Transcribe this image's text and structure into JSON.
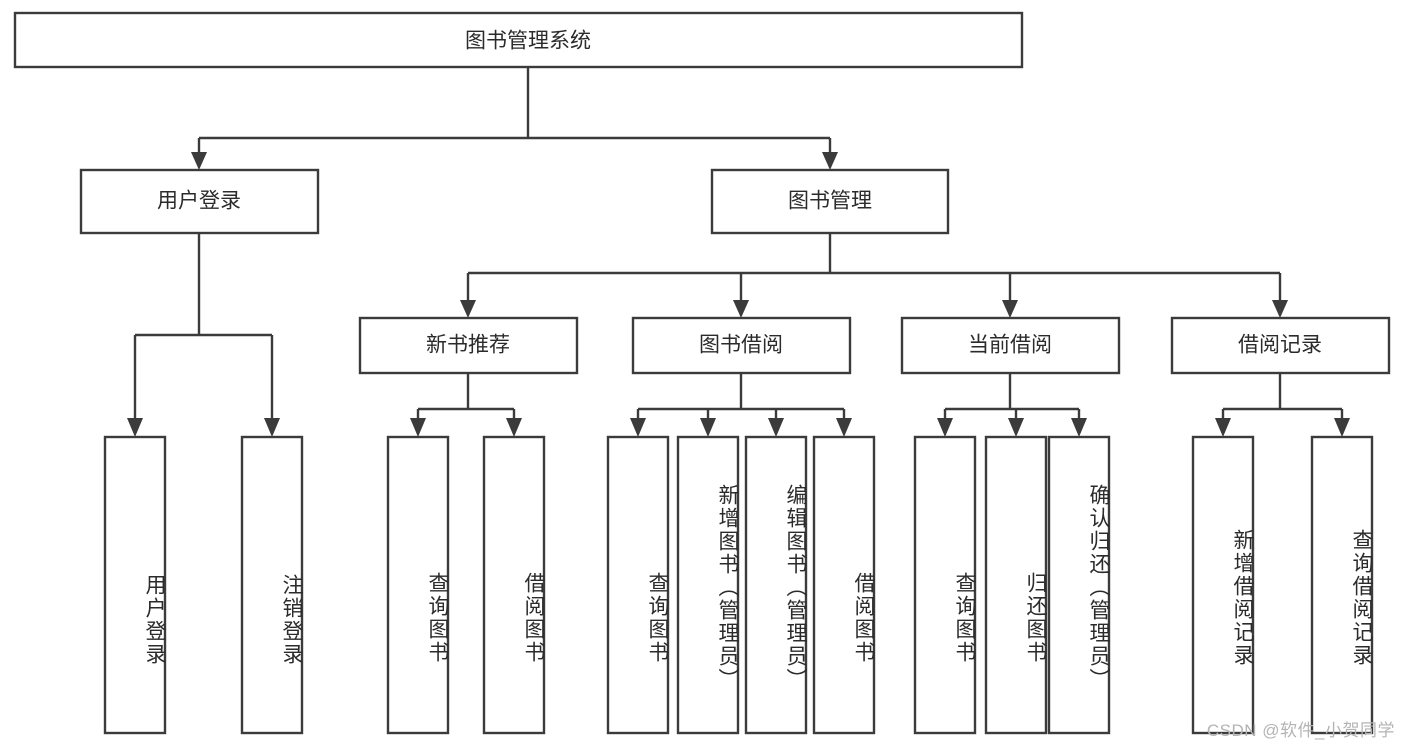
{
  "diagram": {
    "title": "图书管理系统",
    "type": "tree-hierarchy-chart",
    "root": {
      "label": "图书管理系统"
    },
    "level2": [
      {
        "label": "用户登录"
      },
      {
        "label": "图书管理"
      }
    ],
    "level3": [
      {
        "label": "新书推荐"
      },
      {
        "label": "图书借阅"
      },
      {
        "label": "当前借阅"
      },
      {
        "label": "借阅记录"
      }
    ],
    "leaves": [
      {
        "label": "用户登录",
        "parent": "用户登录"
      },
      {
        "label": "注销登录",
        "parent": "用户登录"
      },
      {
        "label": "查询图书",
        "parent": "新书推荐"
      },
      {
        "label": "借阅图书",
        "parent": "新书推荐"
      },
      {
        "label": "查询图书",
        "parent": "图书借阅"
      },
      {
        "label": "新增图书（管理员）",
        "parent": "图书借阅"
      },
      {
        "label": "编辑图书（管理员）",
        "parent": "图书借阅"
      },
      {
        "label": "借阅图书",
        "parent": "图书借阅"
      },
      {
        "label": "查询图书",
        "parent": "当前借阅"
      },
      {
        "label": "归还图书",
        "parent": "当前借阅"
      },
      {
        "label": "确认归还（管理员）",
        "parent": "当前借阅"
      },
      {
        "label": "新增借阅记录",
        "parent": "借阅记录"
      },
      {
        "label": "查询借阅记录",
        "parent": "借阅记录"
      }
    ],
    "watermark": "CSDN @软件_小贺同学",
    "colors": {
      "stroke": "#3b3b3b",
      "fill": "#ffffff",
      "text": "#2b2b2b",
      "watermark": "#b4b4b4"
    }
  }
}
